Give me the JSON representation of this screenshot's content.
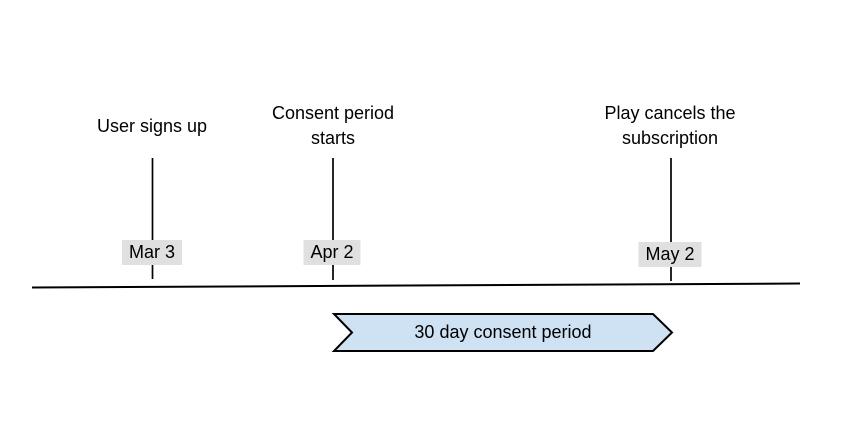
{
  "diagram": {
    "type": "timeline",
    "events": [
      {
        "label": "User signs up",
        "date": "Mar 3"
      },
      {
        "label": "Consent period starts",
        "date": "Apr 2"
      },
      {
        "label": "Play cancels the subscription",
        "date": "May 2"
      }
    ],
    "ribbon": {
      "label": "30 day consent period",
      "fill": "#cfe2f3",
      "border": "#000000"
    },
    "colors": {
      "background": "#ffffff",
      "date_label_bg": "#e0e0e0",
      "line": "#000000",
      "text": "#000000"
    }
  }
}
